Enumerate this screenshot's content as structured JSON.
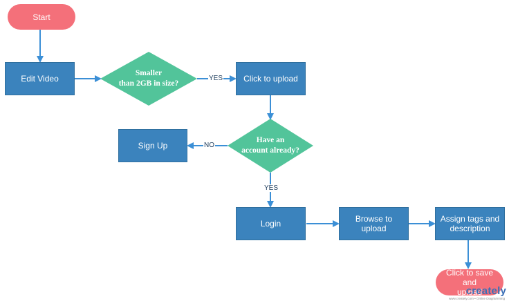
{
  "diagram": {
    "nodes": {
      "start": "Start",
      "edit_video": "Edit Video",
      "size_check": "Smaller\nthan 2GB  in size?",
      "click_upload": "Click to upload",
      "account_check": "Have an\naccount  already?",
      "sign_up": "Sign Up",
      "login": "Login",
      "browse": "Browse to\nupload",
      "assign_tags": "Assign tags and\ndescription",
      "save_upload": "Click to save and\nupload"
    },
    "edge_labels": {
      "size_yes": "YES",
      "account_no": "NO",
      "account_yes": "YES"
    },
    "colors": {
      "process": "#3b83bd",
      "decision": "#52c49a",
      "terminal": "#f4707a",
      "connector": "#3b8fd6"
    }
  },
  "watermark": {
    "logo": "creately",
    "tagline": "www.creately.com • Online Diagramming"
  }
}
